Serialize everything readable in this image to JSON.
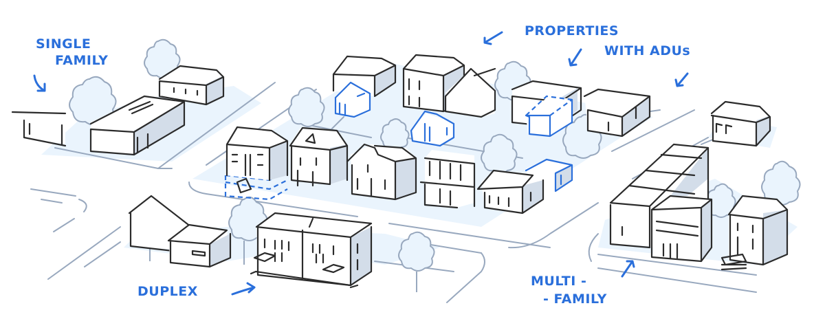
{
  "illustration": {
    "subject": "Isometric neighborhood of housing types",
    "accent_color": "#2a6fdb",
    "line_color": "#2b2b2b",
    "road_color": "#98a8be",
    "shade_color": "#d3dde9",
    "yard_color": "#eaf4fd"
  },
  "labels": {
    "single_family": {
      "line1": "SINGLE",
      "line2": "FAMILY"
    },
    "properties_adus": {
      "line1": "PROPERTIES",
      "line2": "WITH ADUs"
    },
    "duplex": {
      "line1": "DUPLEX"
    },
    "multi_family": {
      "line1": "MULTI -",
      "line2": "- FAMILY"
    }
  }
}
